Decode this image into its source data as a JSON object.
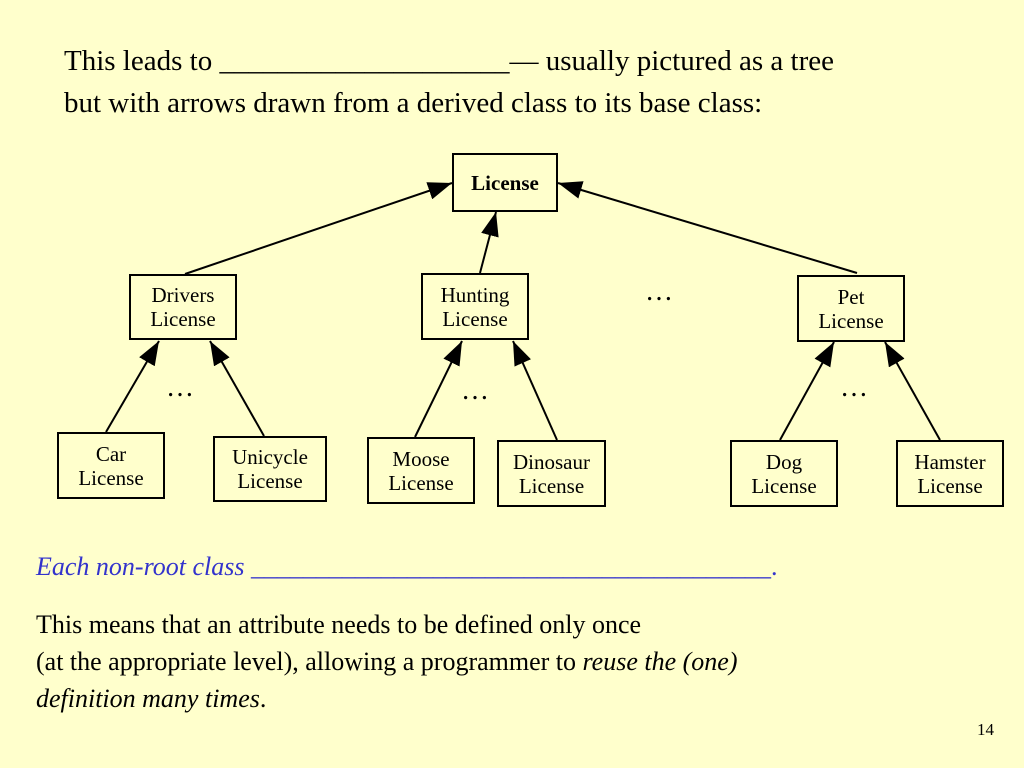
{
  "intro": {
    "line1": "This leads to ____________________— usually pictured as a tree",
    "line2": "but with arrows drawn from a derived class to its base class:"
  },
  "diagram": {
    "root": "License",
    "level1": {
      "drivers": [
        "Drivers",
        "License"
      ],
      "hunting": [
        "Hunting",
        "License"
      ],
      "pet": [
        "Pet",
        "License"
      ]
    },
    "level2": {
      "car": [
        "Car",
        "License"
      ],
      "unicycle": [
        "Unicycle",
        "License"
      ],
      "moose": [
        "Moose",
        "License"
      ],
      "dinosaur": [
        "Dinosaur",
        "License"
      ],
      "dog": [
        "Dog",
        "License"
      ],
      "hamster": [
        "Hamster",
        "License"
      ]
    },
    "ellipsis": "…"
  },
  "statement": {
    "lead": "Each non-root class",
    "blank": " ________________________________________."
  },
  "conclusion": {
    "line1": "This means that an attribute needs to be defined only once",
    "line2_plain": "(at the appropriate level), allowing a programmer to ",
    "line2_italic": "reuse the (one)",
    "line3_italic": "definition many times",
    "line3_end": "."
  },
  "page_number": "14"
}
